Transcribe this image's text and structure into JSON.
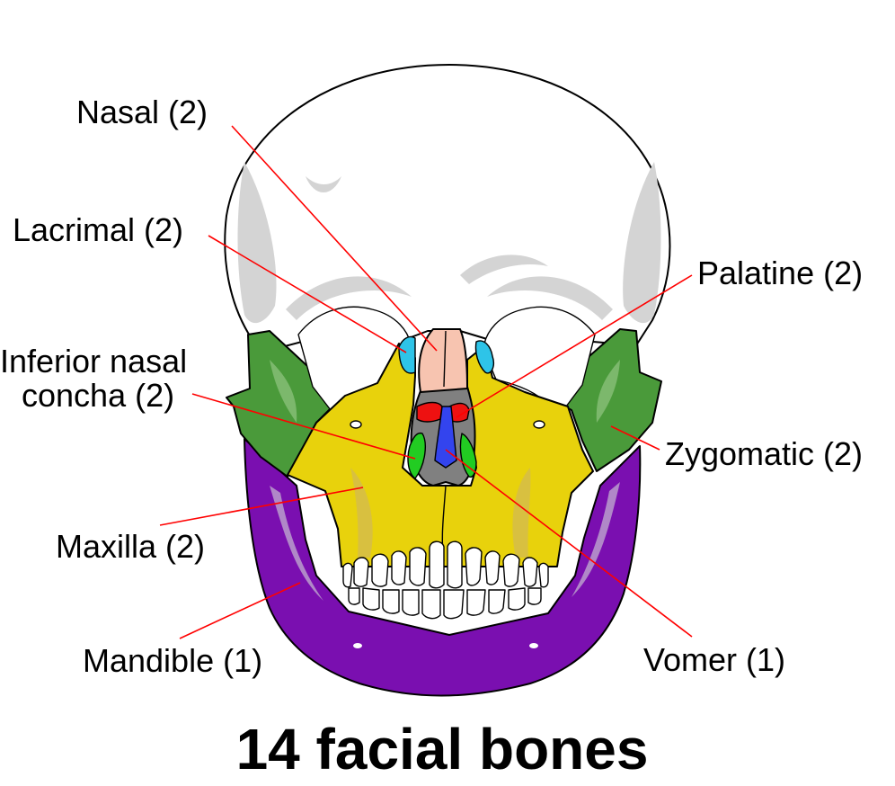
{
  "title": "14 facial bones",
  "labels": {
    "nasal": "Nasal (2)",
    "lacrimal": "Lacrimal (2)",
    "inferior_concha_line1": "Inferior nasal",
    "inferior_concha_line2": "concha (2)",
    "maxilla": "Maxilla (2)",
    "mandible": "Mandible (1)",
    "palatine": "Palatine (2)",
    "zygomatic": "Zygomatic (2)",
    "vomer": "Vomer (1)"
  },
  "colors": {
    "leader_line": "#ff0000",
    "cranium": "#ffffff",
    "nasal": "#f7c4b0",
    "lacrimal": "#2ec4e8",
    "inferior_concha": "#22cc22",
    "maxilla": "#e8d20c",
    "mandible": "#7a0fb0",
    "palatine": "#ee1111",
    "zygomatic": "#4a9a3a",
    "vomer": "#3344ee",
    "nasal_cavity": "#808080"
  }
}
